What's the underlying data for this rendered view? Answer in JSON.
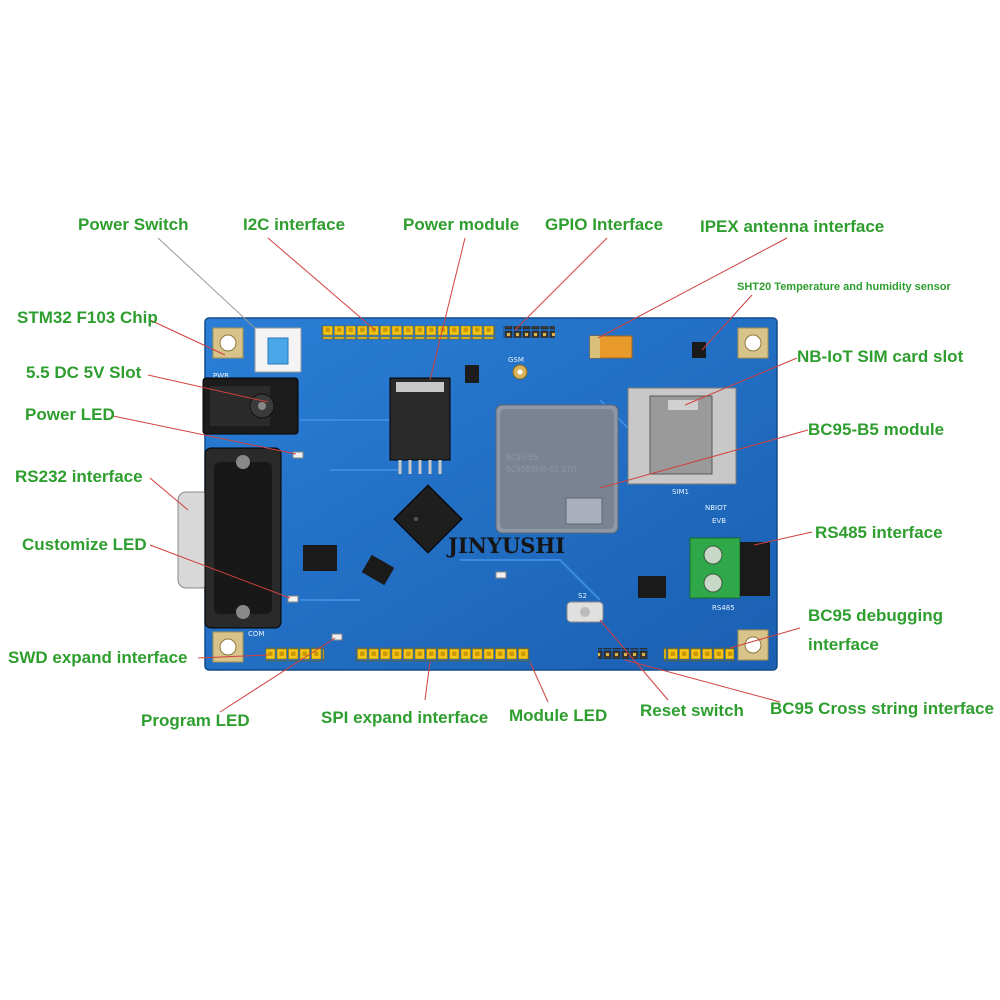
{
  "labels": {
    "power_switch": "Power Switch",
    "i2c": "I2C interface",
    "power_module": "Power module",
    "gpio": "GPIO Interface",
    "ipex": "IPEX antenna interface",
    "sht20": "SHT20 Temperature and humidity sensor",
    "stm32": "STM32 F103 Chip",
    "dc_slot": "5.5 DC 5V Slot",
    "nbiot_sim": "NB-IoT SIM card slot",
    "power_led": "Power LED",
    "bc95_module": "BC95-B5 module",
    "rs232": "RS232 interface",
    "customize_led": "Customize LED",
    "rs485": "RS485 interface",
    "bc95_debug_1": "BC95 debugging",
    "bc95_debug_2": "interface",
    "swd": "SWD expand interface",
    "program_led": "Program LED",
    "spi": "SPI expand interface",
    "module_led": "Module LED",
    "reset": "Reset switch",
    "bc95_cross": "BC95 Cross string interface"
  },
  "board": {
    "brand": "JINYUSHI",
    "module_line1": "BC95-B5",
    "module_line2": "BC95B5HB-02-STD",
    "board_name_1": "NBIOT",
    "board_name_2": "EVB",
    "sim_label": "SIM1",
    "rs485_label": "RS485",
    "pwr_label": "PWR",
    "com_label": "COM",
    "gsm_label": "GSM",
    "s2_label": "S2"
  },
  "colors": {
    "label_green": "#2e9e2e",
    "leader_red": "#d04040",
    "pcb_blue": "#1f6fc8",
    "header_yellow": "#f2c21a",
    "terminal_green": "#2fa84a"
  }
}
